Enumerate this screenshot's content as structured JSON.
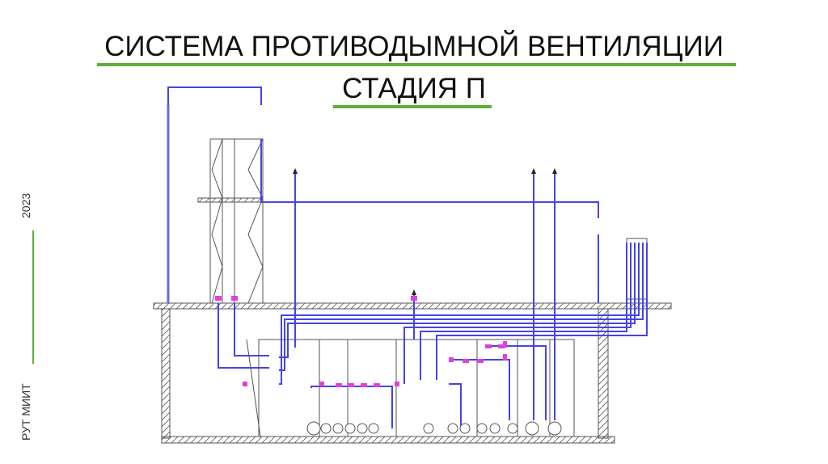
{
  "slide": {
    "title_line1": "СИСТЕМА ПРОТИВОДЫМНОЙ ВЕНТИЛЯЦИИ",
    "title_line2": "СТАДИЯ П",
    "side_year": "2023",
    "side_org": "РУТ МИИТ"
  },
  "colors": {
    "accent": "#5fae3c",
    "duct": "#3b3be6",
    "valve": "#e040e0"
  }
}
